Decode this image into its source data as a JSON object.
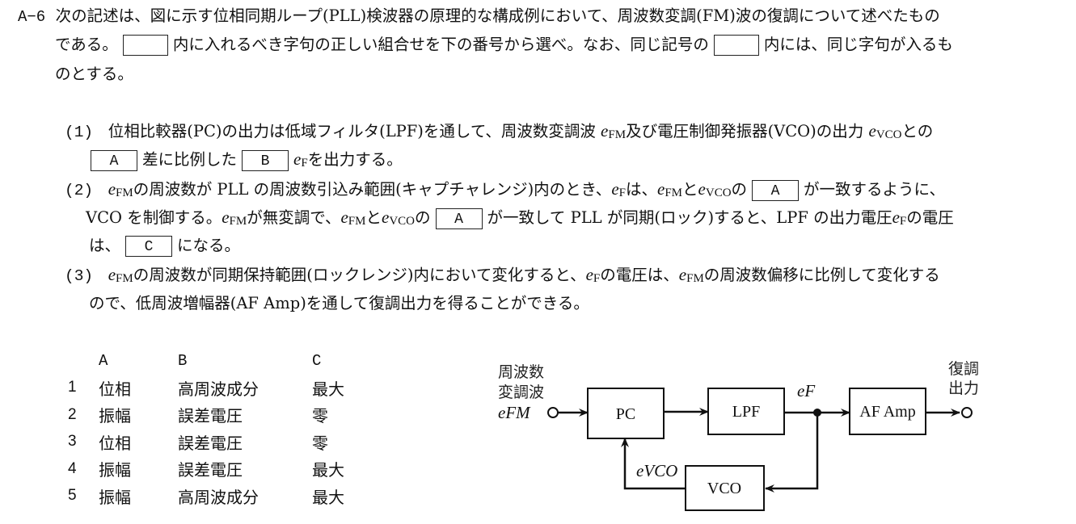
{
  "question": {
    "number": "A−6",
    "intro_1": "次の記述は、図に示す位相同期ループ(PLL)検波器の原理的な構成例において、周波数変調(FM)波の復調について述べたもの",
    "intro_2a": "である。",
    "intro_2b": "内に入れるべき字句の正しい組合せを下の番号から選べ。なお、同じ記号の",
    "intro_2c": "内には、同じ字句が入るも",
    "intro_3": "のとする。"
  },
  "statements": [
    {
      "num": "(1)",
      "l1a": "位相比較器(PC)の出力は低域フィルタ(LPF)を通して、周波数変調波",
      "l1b": "及び電圧制御発振器(VCO)の出力",
      "l1c": "との",
      "blank1": "A",
      "l2a": "差に比例した",
      "blank2": "B",
      "l2b": "を出力する。"
    },
    {
      "num": "(2)",
      "l1a": "の周波数が PLL の周波数引込み範囲(キャプチャレンジ)内のとき、",
      "l1b": "は、",
      "l1c": "と",
      "l1d": "の",
      "blank1": "A",
      "l1e": "が一致するように、",
      "l2a": "VCO を制御する。",
      "l2b": "が無変調で、",
      "l2c": "と",
      "l2d": "の",
      "blank2": "A",
      "l2e": "が一致して PLL が同期(ロック)すると、LPF の出力電圧",
      "l2f": "の電圧",
      "l3a": "は、",
      "blank3": "C",
      "l3b": "になる。"
    },
    {
      "num": "(3)",
      "l1a": "の周波数が同期保持範囲(ロックレンジ)内において変化すると、",
      "l1b": "の電圧は、",
      "l1c": "の周波数偏移に比例して変化する",
      "l2": "ので、低周波増幅器(AF Amp)を通して復調出力を得ることができる。"
    }
  ],
  "symbols": {
    "e": "e",
    "FM": "FM",
    "VCO": "VCO",
    "F": "F"
  },
  "choices": {
    "headers": [
      "",
      "A",
      "B",
      "C"
    ],
    "rows": [
      {
        "no": "1",
        "A": "位相",
        "B": "高周波成分",
        "C": "最大"
      },
      {
        "no": "2",
        "A": "振幅",
        "B": "誤差電圧",
        "C": "零"
      },
      {
        "no": "3",
        "A": "位相",
        "B": "誤差電圧",
        "C": "零"
      },
      {
        "no": "4",
        "A": "振幅",
        "B": "誤差電圧",
        "C": "最大"
      },
      {
        "no": "5",
        "A": "振幅",
        "B": "高周波成分",
        "C": "最大"
      }
    ]
  },
  "diagram": {
    "input_label_1": "周波数",
    "input_label_2": "変調波",
    "output_label_1": "復調",
    "output_label_2": "出力",
    "blocks": {
      "pc": "PC",
      "lpf": "LPF",
      "af_amp": "AF Amp",
      "vco": "VCO"
    }
  }
}
